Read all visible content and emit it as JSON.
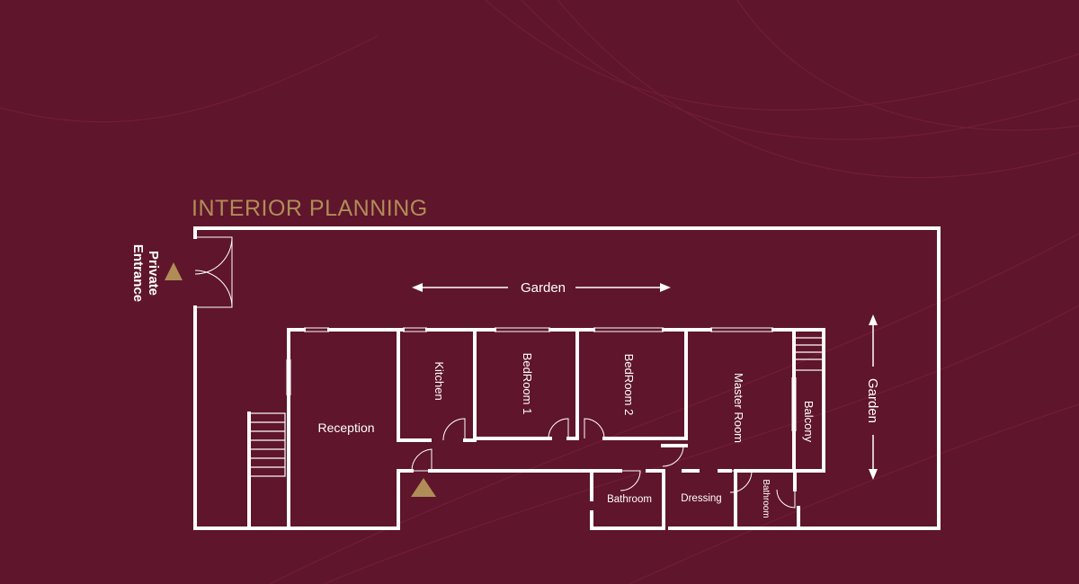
{
  "title": "INTERIOR PLANNING",
  "colors": {
    "background": "#5f152c",
    "wall": "#ffffff",
    "accent": "#b08d57"
  },
  "entrance": {
    "line1": "Private",
    "line2": "Entrance"
  },
  "rooms": {
    "reception": "Reception",
    "kitchen": "Kitchen",
    "bedroom1": "BedRoom 1",
    "bedroom2": "BedRoom 2",
    "master": "Master Room",
    "balcony": "Balcony",
    "bathroom1": "Bathroom",
    "dressing": "Dressing",
    "bathroom2": "Bathroom"
  },
  "garden_top": "Garden",
  "garden_right": "Garden"
}
